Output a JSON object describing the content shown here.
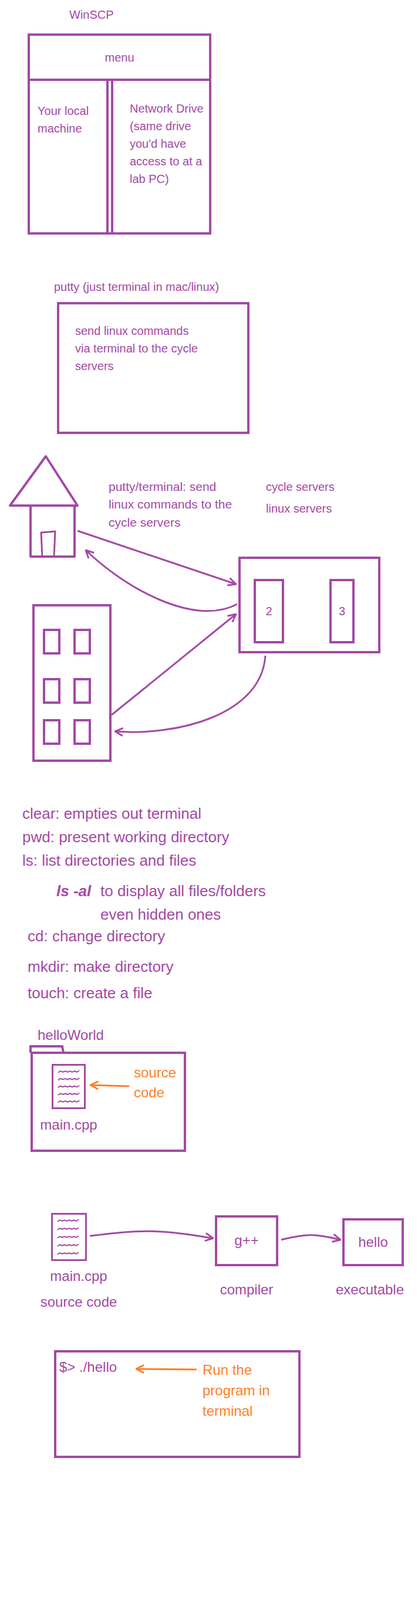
{
  "diagram": {
    "nodes": [
      {
        "text": [
          "WinSCP"
        ]
      },
      {
        "text": [
          "menu"
        ],
        "in": 0
      },
      {
        "text": [
          "Your local machine"
        ],
        "in": 0
      },
      {
        "text": [
          "Network Drive (same drive you'd have access to at a lab PC)"
        ],
        "in": 0
      },
      {
        "text": [
          "putty (just terminal in mac/linux)",
          "send linux commands via terminal to the cycle servers"
        ]
      },
      {
        "text": [
          "cycle servers",
          "linux servers"
        ]
      },
      {
        "text": [
          "2"
        ],
        "in": 5
      },
      {
        "text": [
          "3"
        ],
        "in": 5
      },
      {
        "text": [
          "helloWorld"
        ]
      },
      {
        "text": [
          "main.cpp"
        ],
        "in": 8
      },
      {
        "text": [
          "main.cpp",
          "source code"
        ]
      },
      {
        "text": [
          "g++",
          "compiler"
        ]
      },
      {
        "text": [
          "hello",
          "executable"
        ]
      },
      {
        "text": [
          "$> ./hello",
          "Run the program in terminal"
        ]
      }
    ],
    "edges": [
      {
        "from": 10,
        "to": 11,
        "arrow": "to"
      },
      {
        "from": 11,
        "to": 12,
        "arrow": "to"
      }
    ],
    "labels": [
      "putty/terminal: send linux commands to the cycle servers",
      "clear: empties out terminal",
      "pwd: present working directory",
      "ls: list directories and files",
      "ls -al",
      "to display all files/folders even hidden ones",
      "cd: change directory",
      "mkdir: make directory",
      "touch: create a file",
      "source code"
    ]
  }
}
